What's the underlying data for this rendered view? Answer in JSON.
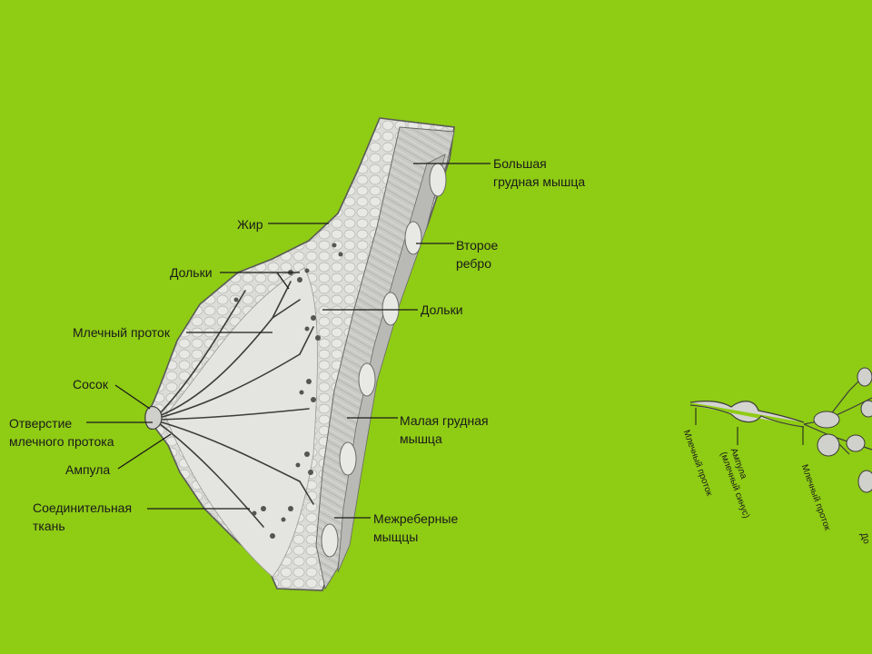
{
  "background_color": "#8fcc14",
  "left_labels": {
    "fat": "Жир",
    "lobules": "Дольки",
    "milk_duct": "Млечный проток",
    "nipple": "Сосок",
    "duct_opening": [
      "Отверстие",
      "млечного протока"
    ],
    "ampulla": "Ампула",
    "connective_tissue": [
      "Соединительная",
      "ткань"
    ]
  },
  "right_labels": {
    "pectoralis_major": [
      "Большая",
      "грудная мышца"
    ],
    "second_rib": [
      "Второе",
      "ребро"
    ],
    "lobules": "Дольки",
    "pectoralis_minor": [
      "Малая грудная",
      "мышца"
    ],
    "intercostal": [
      "Межреберные",
      "мыщцы"
    ]
  },
  "detail_labels": {
    "milk_duct_1": "Млечный проток",
    "ampulla": [
      "Ампула",
      "(млечный синус)"
    ],
    "milk_duct_2": "Млечный проток",
    "cut": "До"
  }
}
